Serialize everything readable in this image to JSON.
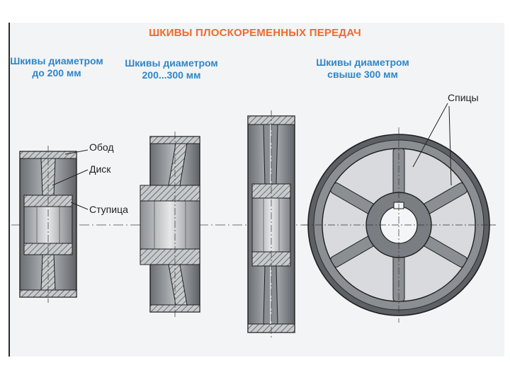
{
  "title": "ШКИВЫ ПЛОСКОРЕМЕННЫХ ПЕРЕДАЧ",
  "captions": [
    {
      "line1": "Шкивы диаметром",
      "line2": "до 200 мм"
    },
    {
      "line1": "Шкивы диаметром",
      "line2": "200...300 мм"
    },
    {
      "line1": "Шкивы диаметром",
      "line2": "свыше 300 мм"
    }
  ],
  "labels": {
    "rim": "Обод",
    "disc": "Диск",
    "hub": "Ступица",
    "spokes": "Спицы"
  },
  "colors": {
    "title": "#f06a2a",
    "caption": "#2f86c8",
    "metal": "#6f7276",
    "metal_light": "#b9bcc0",
    "outline": "#1e1e1e"
  }
}
